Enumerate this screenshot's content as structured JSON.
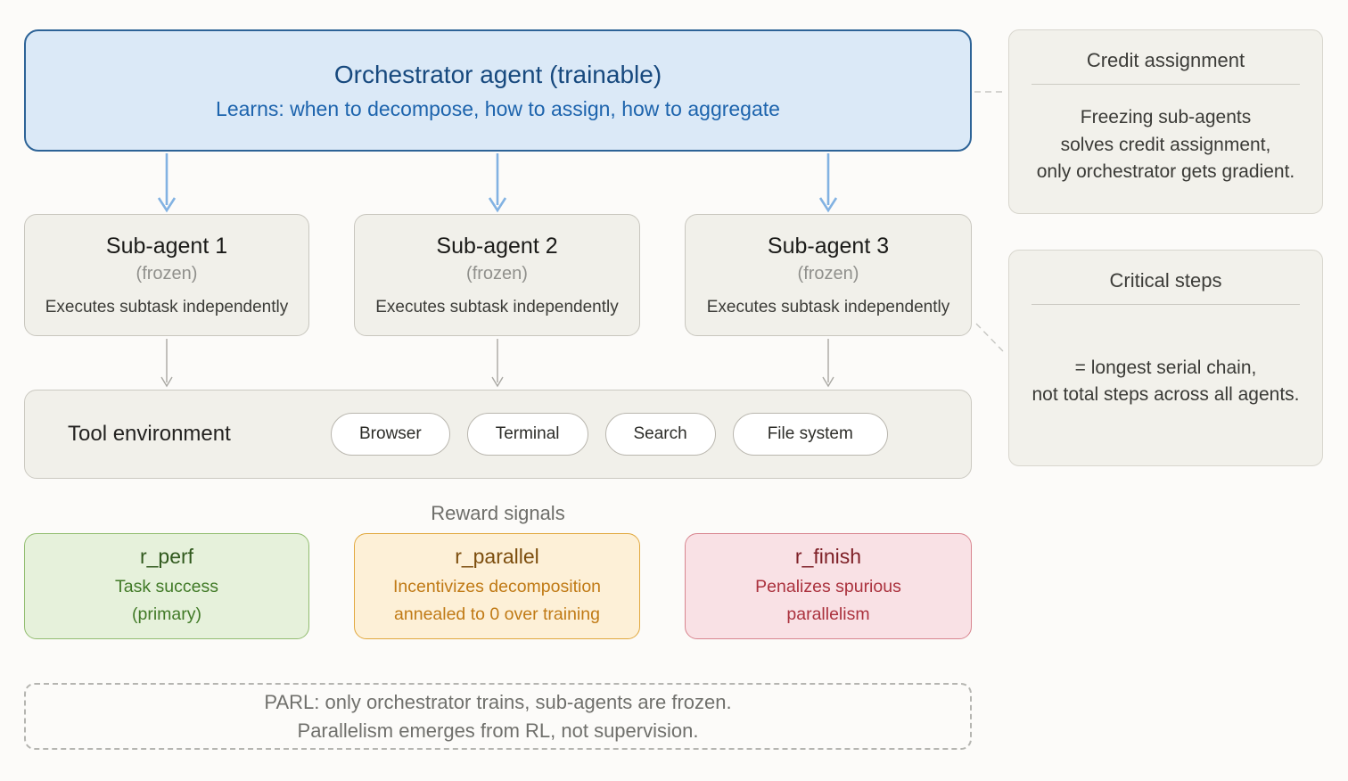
{
  "orchestrator": {
    "title": "Orchestrator agent (trainable)",
    "subtitle": "Learns: when to decompose, how to assign, how to aggregate"
  },
  "sub_agents": [
    {
      "title": "Sub-agent 1",
      "state": "(frozen)",
      "description": "Executes subtask independently"
    },
    {
      "title": "Sub-agent 2",
      "state": "(frozen)",
      "description": "Executes subtask independently"
    },
    {
      "title": "Sub-agent 3",
      "state": "(frozen)",
      "description": "Executes subtask independently"
    }
  ],
  "tool_environment": {
    "label": "Tool environment",
    "tools": [
      "Browser",
      "Terminal",
      "Search",
      "File system"
    ]
  },
  "rewards": {
    "section_label": "Reward signals",
    "items": [
      {
        "name": "r_perf",
        "line1": "Task success",
        "line2": "(primary)"
      },
      {
        "name": "r_parallel",
        "line1": "Incentivizes decomposition",
        "line2": "annealed to 0 over training"
      },
      {
        "name": "r_finish",
        "line1": "Penalizes spurious",
        "line2": "parallelism"
      }
    ]
  },
  "notes": [
    {
      "title": "Credit assignment",
      "line1": "Freezing sub-agents",
      "line2": "solves credit assignment,",
      "line3": "only orchestrator gets gradient."
    },
    {
      "title": "Critical steps",
      "line1": "= longest serial chain,",
      "line2": "not total steps across all agents."
    }
  ],
  "footer": {
    "line1": "PARL: only orchestrator trains, sub-agents are frozen.",
    "line2": "Parallelism emerges from RL, not supervision."
  },
  "colors": {
    "orchestrator_fill": "#dbe9f7",
    "orchestrator_border": "#2d6397",
    "neutral_fill": "#f1f0ea",
    "green_border": "#92bd70",
    "orange_border": "#e1a83e",
    "red_border": "#d8858f",
    "blue_arrow": "#82b2e2",
    "gray_arrow": "#a9a8a3",
    "dashed_connector": "#c6c6c2"
  }
}
